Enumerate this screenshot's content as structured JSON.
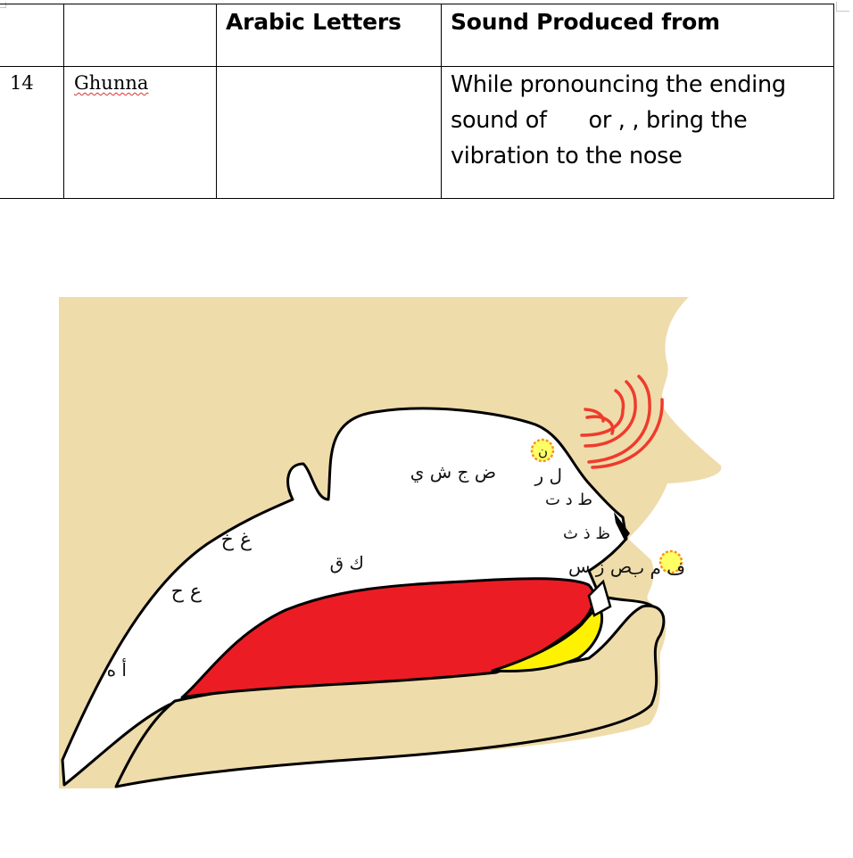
{
  "table": {
    "headers": [
      "",
      "",
      "Arabic Letters",
      "Sound Produced from"
    ],
    "rows": [
      {
        "number": "14",
        "name": "Ghunna",
        "arabic_letters": "",
        "description": "While pronouncing the ending sound of      or , , bring the vibration to the nose"
      }
    ]
  },
  "diagram": {
    "labels": {
      "alif_ha": "أ ه",
      "ain_ha": "ع ح",
      "ghain_kha": "غ خ",
      "qaf_kaf": "ك ق",
      "dad_jeem_sheen_ya": "ض ج ش ي",
      "lam_ra": "ل ر",
      "noon": "ن",
      "ta_dal_ta": "ط د ت",
      "zha_dhal_tha": "ظ ذ ث",
      "sad_zay_seen": "ص ز س",
      "fa_meem_ba": "ف م ب"
    },
    "colors": {
      "skin": "#efdcab",
      "tongue": "#ec1c24",
      "lip": "#fff200",
      "highlight_ring": "#f7941d",
      "highlight_fill": "#ffff66",
      "vibration_waves": "#ef3b2c"
    }
  }
}
